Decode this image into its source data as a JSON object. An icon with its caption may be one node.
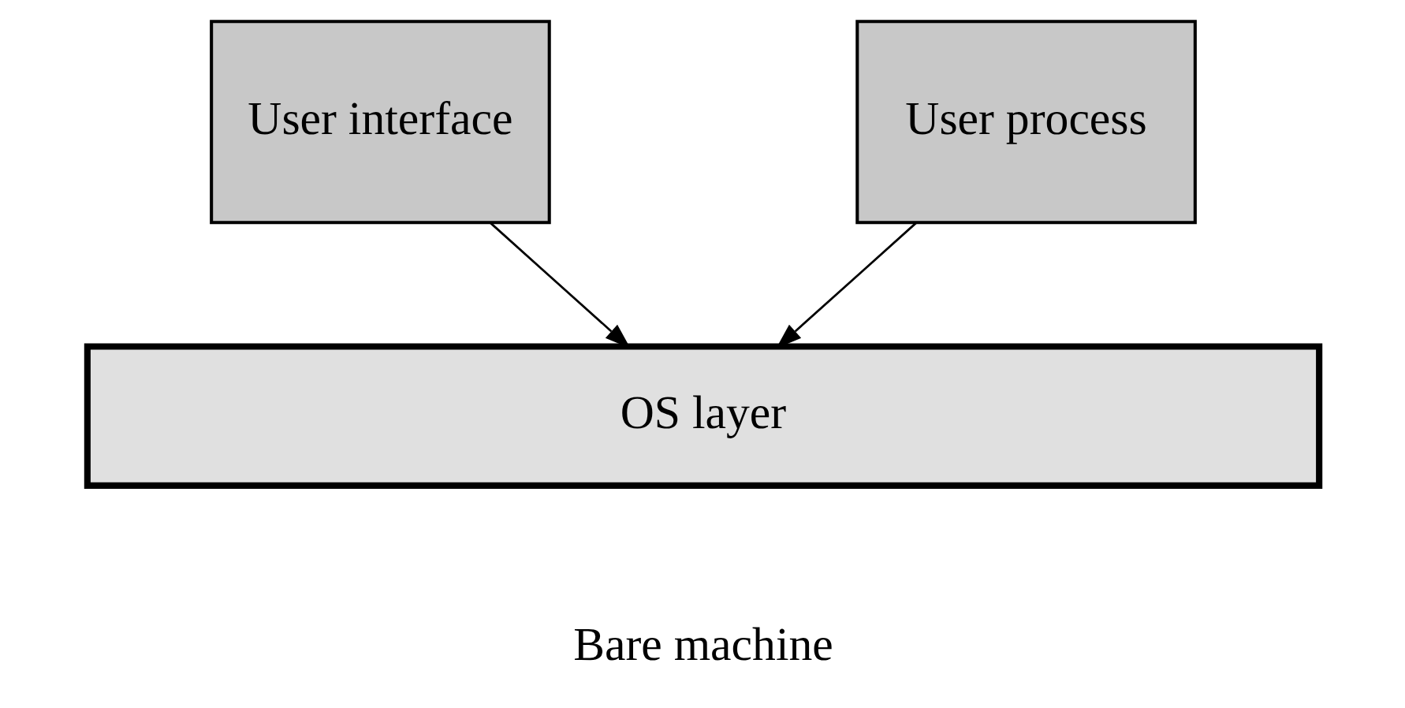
{
  "diagram": {
    "nodes": [
      {
        "text": [
          "User interface"
        ]
      },
      {
        "text": [
          "User process"
        ]
      },
      {
        "text": [
          "OS layer"
        ]
      }
    ],
    "edges": [
      {
        "from": 0,
        "to": 2,
        "arrow": "to"
      },
      {
        "from": 1,
        "to": 2,
        "arrow": "to"
      }
    ],
    "labels": [
      "Bare machine"
    ]
  }
}
